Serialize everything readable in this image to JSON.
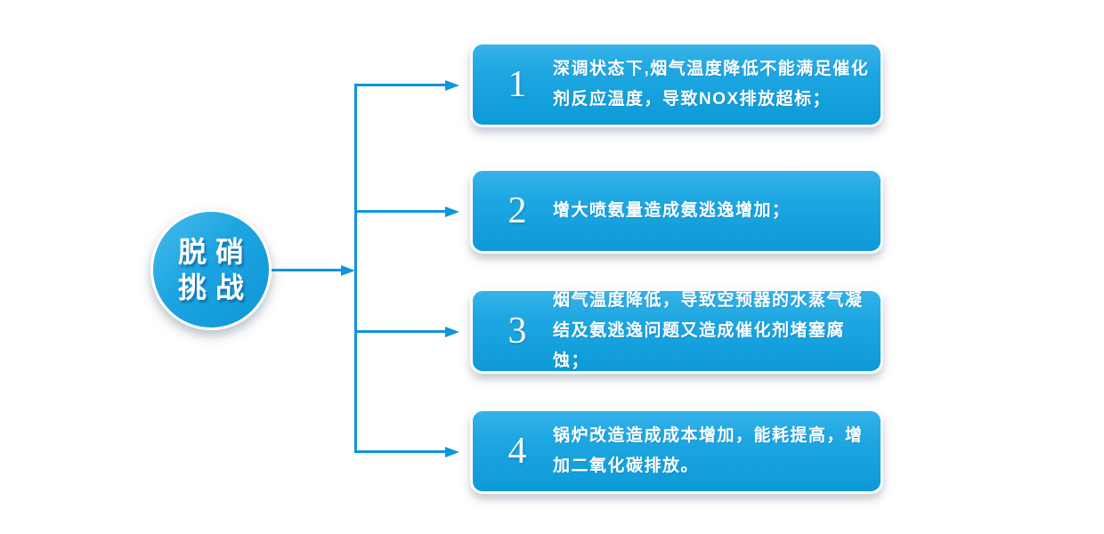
{
  "diagram": {
    "title_circle": {
      "line1": "脱硝",
      "line2": "挑战"
    },
    "items": [
      {
        "number": "1",
        "text": "深调状态下,烟气温度降低不能满足催化剂反应温度，导致NOX排放超标；"
      },
      {
        "number": "2",
        "text": "增大喷氨量造成氨逃逸增加；"
      },
      {
        "number": "3",
        "text": "烟气温度降低，导致空预器的水蒸气凝结及氨逃逸问题又造成催化剂堵塞腐蚀；"
      },
      {
        "number": "4",
        "text": "锅炉改造造成成本增加，能耗提高，增加二氧化碳排放。"
      }
    ],
    "colors": {
      "box_gradient_top": "#35b2e8",
      "box_gradient_bottom": "#0c9ad7",
      "connector_line": "#1095da",
      "text": "#ffffff",
      "background": "#ffffff"
    }
  }
}
